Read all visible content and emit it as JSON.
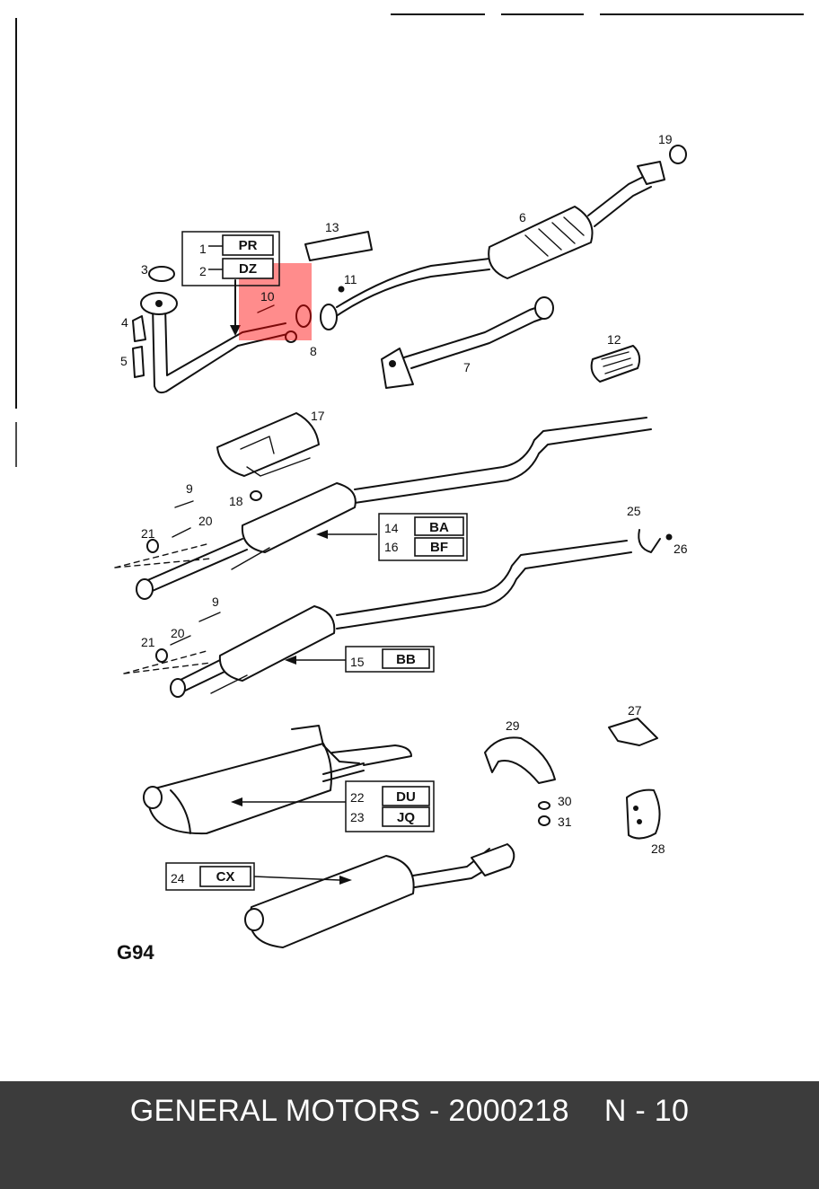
{
  "diagram": {
    "label": "G94",
    "highlight_color": "#ff0000",
    "part_numbers": {
      "p1": "1",
      "p2": "2",
      "p3": "3",
      "p4": "4",
      "p5": "5",
      "p6": "6",
      "p7": "7",
      "p8": "8",
      "p9a": "9",
      "p9b": "9",
      "p10": "10",
      "p11": "11",
      "p12": "12",
      "p13": "13",
      "p14": "14",
      "p15": "15",
      "p16": "16",
      "p17": "17",
      "p18": "18",
      "p19": "19",
      "p20a": "20",
      "p20b": "20",
      "p21a": "21",
      "p21b": "21",
      "p22": "22",
      "p23": "23",
      "p24": "24",
      "p25": "25",
      "p26": "26",
      "p27": "27",
      "p28": "28",
      "p29": "29",
      "p30": "30",
      "p31": "31"
    },
    "codes": {
      "pr": "PR",
      "dz": "DZ",
      "ba": "BA",
      "bf": "BF",
      "bb": "BB",
      "du": "DU",
      "jq": "JQ",
      "cx": "CX"
    }
  },
  "footer": {
    "brand": "GENERAL MOTORS - 2000218",
    "page": "N - 10",
    "background": "#3c3c3c"
  }
}
